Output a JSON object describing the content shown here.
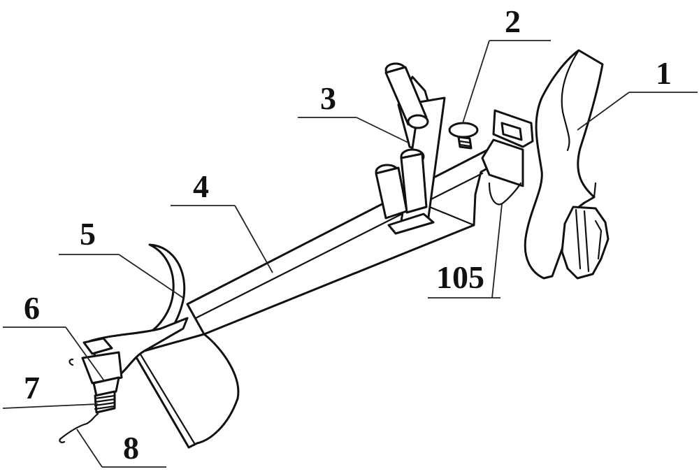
{
  "callouts": {
    "c1": "1",
    "c2": "2",
    "c3": "3",
    "c4": "4",
    "c5": "5",
    "c6": "6",
    "c7": "7",
    "c8": "8",
    "c105": "105"
  }
}
